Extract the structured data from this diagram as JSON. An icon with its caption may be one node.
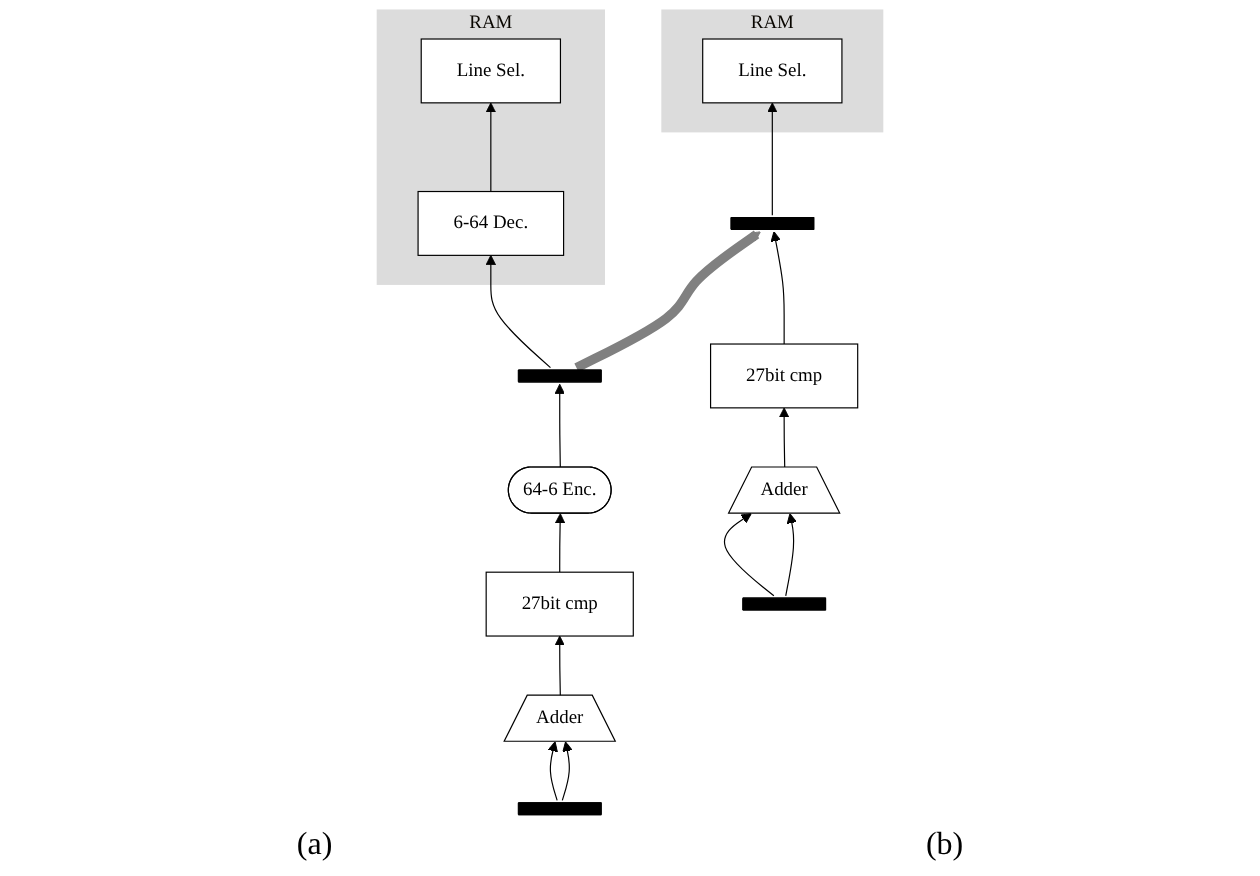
{
  "diagram": {
    "nodes": [
      {
        "text": [
          "RAM"
        ]
      },
      {
        "text": [
          "Line Sel."
        ],
        "in": 0
      },
      {
        "text": [
          "6-64 Dec."
        ],
        "in": 0
      },
      {
        "text": [],
        "shape": "bar"
      },
      {
        "text": [
          "64-6 Enc."
        ]
      },
      {
        "text": [
          "27bit cmp"
        ]
      },
      {
        "text": [
          "Adder"
        ]
      },
      {
        "text": [],
        "shape": "bar"
      },
      {
        "text": [
          "RAM"
        ]
      },
      {
        "text": [
          "Line Sel."
        ],
        "in": 8
      },
      {
        "text": [],
        "shape": "bar"
      },
      {
        "text": [
          "27bit cmp"
        ]
      },
      {
        "text": [
          "Adder"
        ]
      },
      {
        "text": [],
        "shape": "bar"
      }
    ],
    "edges": [
      {
        "from": 7,
        "to": 6,
        "arrow": "to"
      },
      {
        "from": 7,
        "to": 6,
        "arrow": "to"
      },
      {
        "from": 6,
        "to": 5,
        "arrow": "to"
      },
      {
        "from": 5,
        "to": 4,
        "arrow": "to"
      },
      {
        "from": 4,
        "to": 3,
        "arrow": "to"
      },
      {
        "from": 3,
        "to": 2,
        "arrow": "to"
      },
      {
        "from": 2,
        "to": 1,
        "arrow": "to"
      },
      {
        "from": 3,
        "to": 10,
        "arrow": "to",
        "style": "thick",
        "color": "#808080"
      },
      {
        "from": 13,
        "to": 12,
        "arrow": "to"
      },
      {
        "from": 13,
        "to": 12,
        "arrow": "to"
      },
      {
        "from": 12,
        "to": 11,
        "arrow": "to"
      },
      {
        "from": 11,
        "to": 10,
        "arrow": "to"
      },
      {
        "from": 10,
        "to": 9,
        "arrow": "to"
      }
    ],
    "labels": [
      "(a)",
      "(b)"
    ]
  }
}
